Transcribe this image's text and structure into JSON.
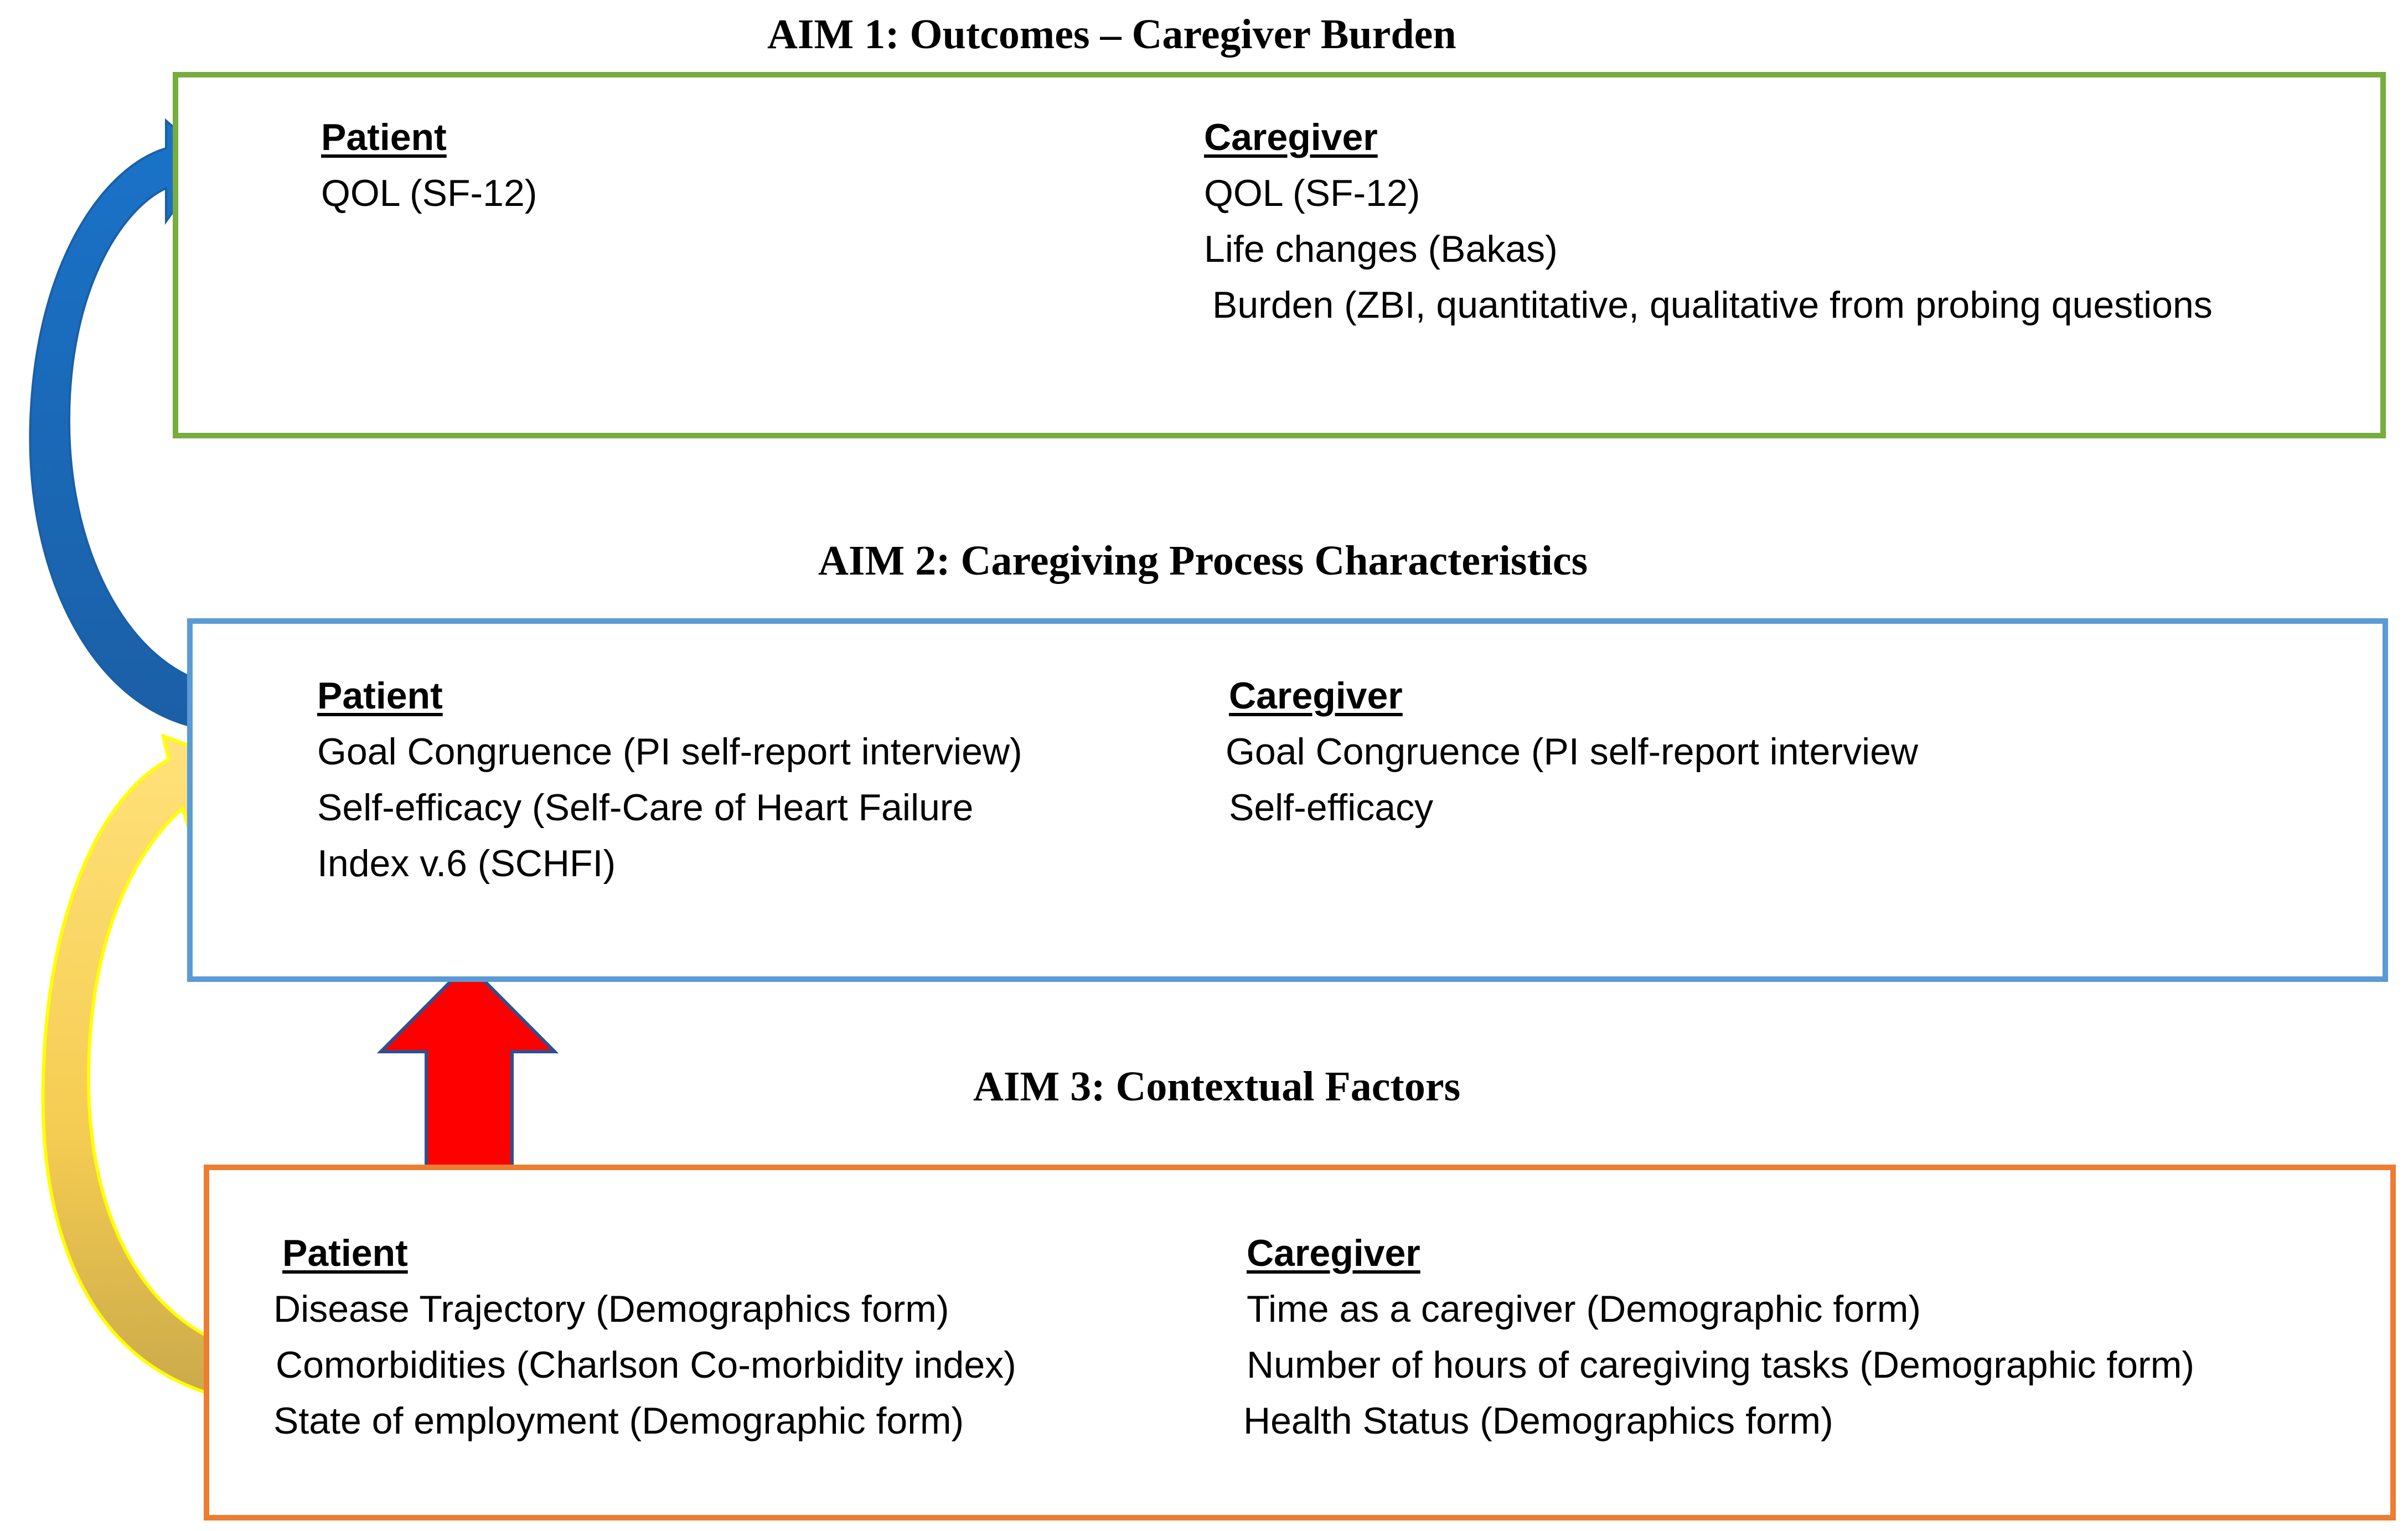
{
  "colors": {
    "aim1_border": "#77ac3f",
    "aim2_border": "#5b9bd5",
    "aim3_border": "#ed7d31",
    "blue_arrow": "#1f6fbf",
    "yellow_arrow": "#ffd966",
    "red_arrow": "#ff0000"
  },
  "aim1": {
    "title": "AIM 1: Outcomes – Caregiver Burden",
    "patient_heading": "Patient",
    "patient_items": [
      "QOL (SF-12)"
    ],
    "caregiver_heading": "Caregiver",
    "caregiver_items": [
      "QOL (SF-12)",
      "Life changes (Bakas)",
      "Burden (ZBI, quantitative, qualitative from probing questions"
    ]
  },
  "aim2": {
    "title": "AIM 2: Caregiving Process Characteristics",
    "patient_heading": "Patient",
    "patient_items": [
      "Goal Congruence (PI self-report interview)",
      "Self-efficacy (Self-Care of Heart Failure",
      "Index v.6 (SCHFI)"
    ],
    "caregiver_heading": "Caregiver",
    "caregiver_items": [
      "Goal Congruence (PI self-report interview",
      "Self-efficacy"
    ]
  },
  "aim3": {
    "title": "AIM 3: Contextual Factors",
    "patient_heading": "Patient",
    "patient_items": [
      "Disease Trajectory (Demographics form)",
      "Comorbidities (Charlson Co-morbidity index)",
      "State of employment (Demographic form)"
    ],
    "caregiver_heading": "Caregiver",
    "caregiver_items": [
      "Time as a caregiver (Demographic form)",
      "Number of hours of caregiving tasks (Demographic form)",
      "Health Status (Demographics form)"
    ]
  },
  "arrows": [
    {
      "from": "aim2",
      "to": "aim1",
      "color": "blue"
    },
    {
      "from": "aim3",
      "to": "aim2",
      "color": "yellow"
    },
    {
      "from": "aim3",
      "to": "aim2",
      "color": "red"
    }
  ]
}
